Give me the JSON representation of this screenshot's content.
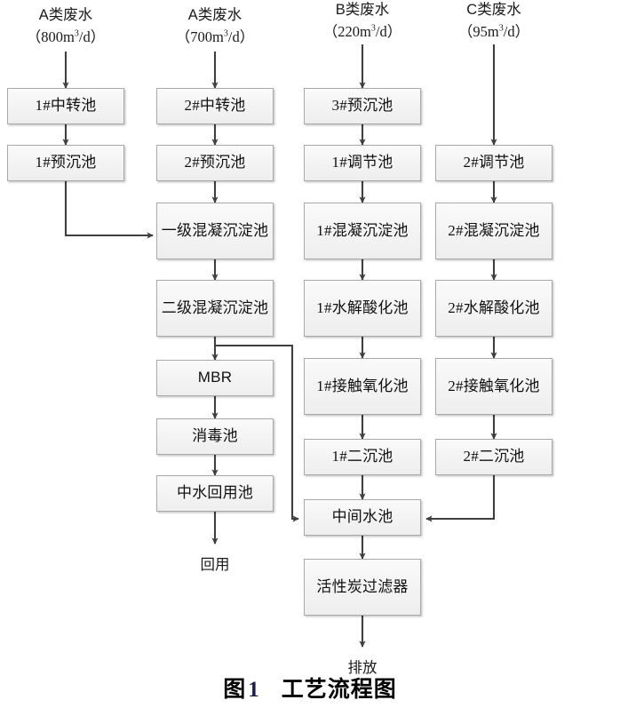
{
  "figure": {
    "caption_prefix": "图",
    "caption_number": "1",
    "caption_title": "工艺流程图"
  },
  "colors": {
    "node_fill": "#f2f2f2",
    "node_border": "#a9a9a9",
    "connector": "#3f3f3f",
    "text": "#111111",
    "caption_number": "#1d1d4f"
  },
  "headers": [
    {
      "name": "inlet-a1",
      "type": "A类废水",
      "flow": "800",
      "unit": "m",
      "exp": "3",
      "per": "/d"
    },
    {
      "name": "inlet-a2",
      "type": "A类废水",
      "flow": "700",
      "unit": "m",
      "exp": "3",
      "per": "/d"
    },
    {
      "name": "inlet-b",
      "type": "B类废水",
      "flow": "220",
      "unit": "m",
      "exp": "3",
      "per": "/d"
    },
    {
      "name": "inlet-c",
      "type": "C类废水",
      "flow": "95",
      "unit": "m",
      "exp": "3",
      "per": "/d"
    }
  ],
  "nodes": {
    "c1_r1": "1#中转池",
    "c1_r2": "1#预沉池",
    "c2_r1": "2#中转池",
    "c2_r2": "2#预沉池",
    "c2_r3": "一级混凝沉淀池",
    "c2_r4": "二级混凝沉淀池",
    "c2_r5": "MBR",
    "c2_r6": "消毒池",
    "c2_r7": "中水回用池",
    "c3_r1": "3#预沉池",
    "c3_r2": "1#调节池",
    "c3_r3": "1#混凝沉淀池",
    "c3_r4": "1#水解酸化池",
    "c3_r5": "1#接触氧化池",
    "c3_r6": "1#二沉池",
    "c3_r7": "中间水池",
    "c3_r8": "活性炭过滤器",
    "c4_r2": "2#调节池",
    "c4_r3": "2#混凝沉淀池",
    "c4_r4": "2#水解酸化池",
    "c4_r5": "2#接触氧化池",
    "c4_r6": "2#二沉池"
  },
  "outputs": {
    "reuse": "回用",
    "discharge": "排放"
  }
}
